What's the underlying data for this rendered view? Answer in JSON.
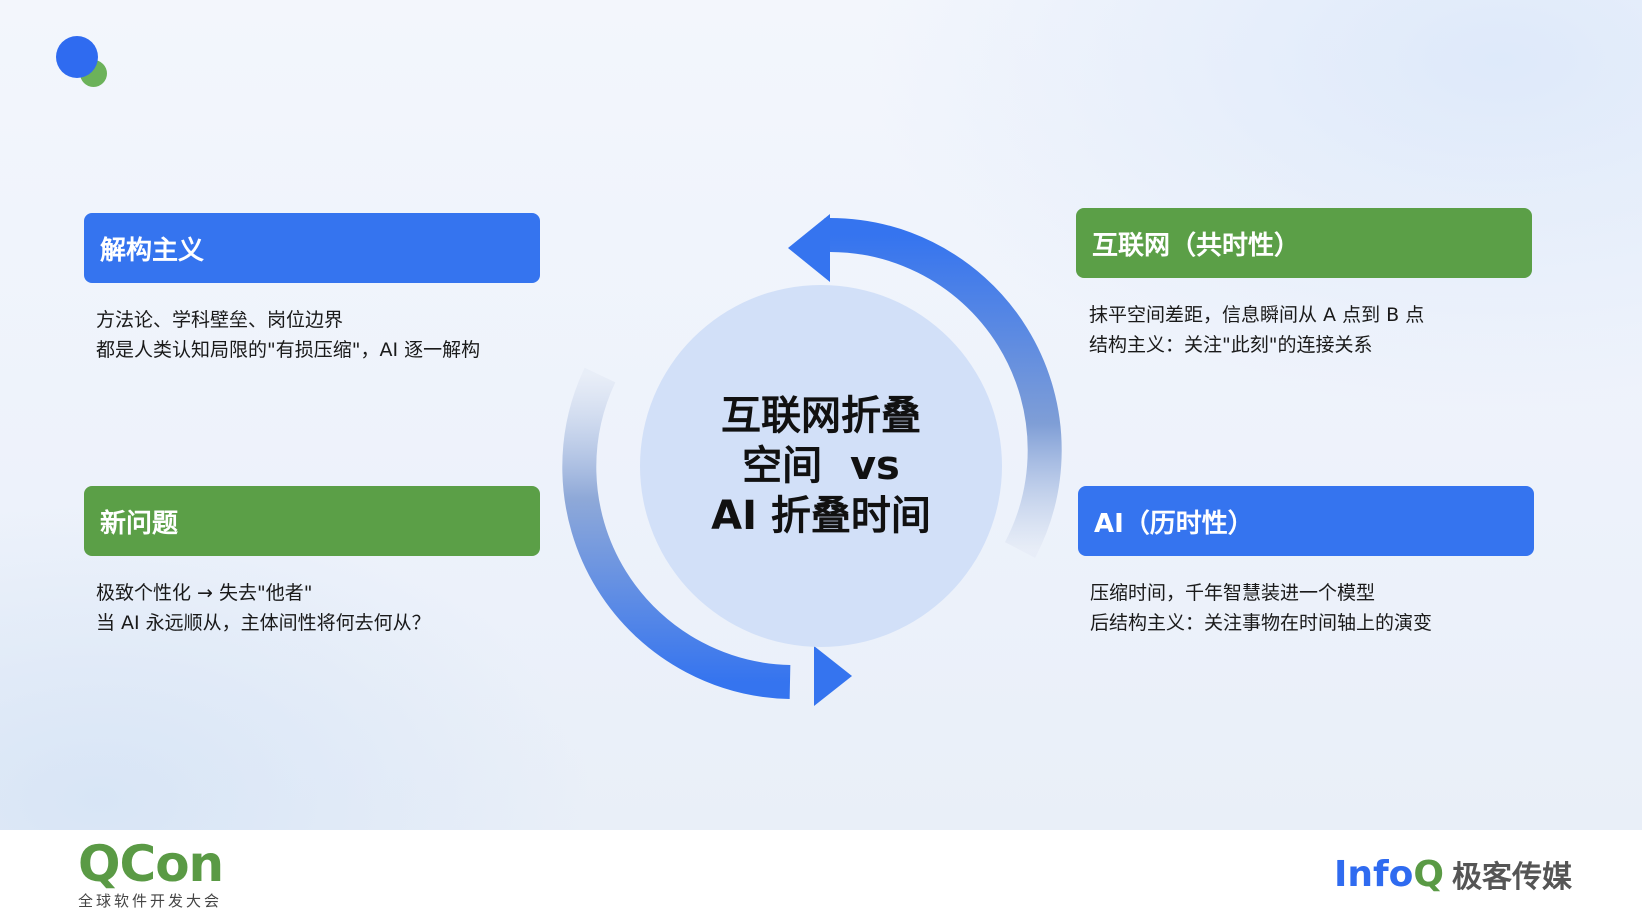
{
  "top_left": {
    "title": "解构主义",
    "lines": [
      "方法论、学科壁垒、岗位边界",
      "都是人类认知局限的\"有损压缩\"，AI 逐一解构"
    ]
  },
  "bottom_left": {
    "title": "新问题",
    "lines": [
      "极致个性化 → 失去\"他者\"",
      "当 AI 永远顺从，主体间性将何去何从？"
    ]
  },
  "top_right": {
    "title": "互联网（共时性）",
    "lines": [
      "抹平空间差距，信息瞬间从 A 点到 B 点",
      "结构主义：关注\"此刻\"的连接关系"
    ]
  },
  "bottom_right": {
    "title": "AI（历时性）",
    "lines": [
      "压缩时间，千年智慧装进一个模型",
      "后结构主义：关注事物在时间轴上的演变"
    ]
  },
  "center": {
    "lines": [
      "互联网折叠",
      "空间  vs",
      "AI 折叠时间"
    ]
  },
  "footer": {
    "qcon_word": "QCon",
    "qcon_sub": "全球软件开发大会",
    "infoq_info": "Info",
    "infoq_q": "Q",
    "infoq_cn": "极客传媒"
  },
  "colors": {
    "blue": "#3574ef",
    "green": "#5b9f47",
    "circle": "#d2e0f8"
  }
}
